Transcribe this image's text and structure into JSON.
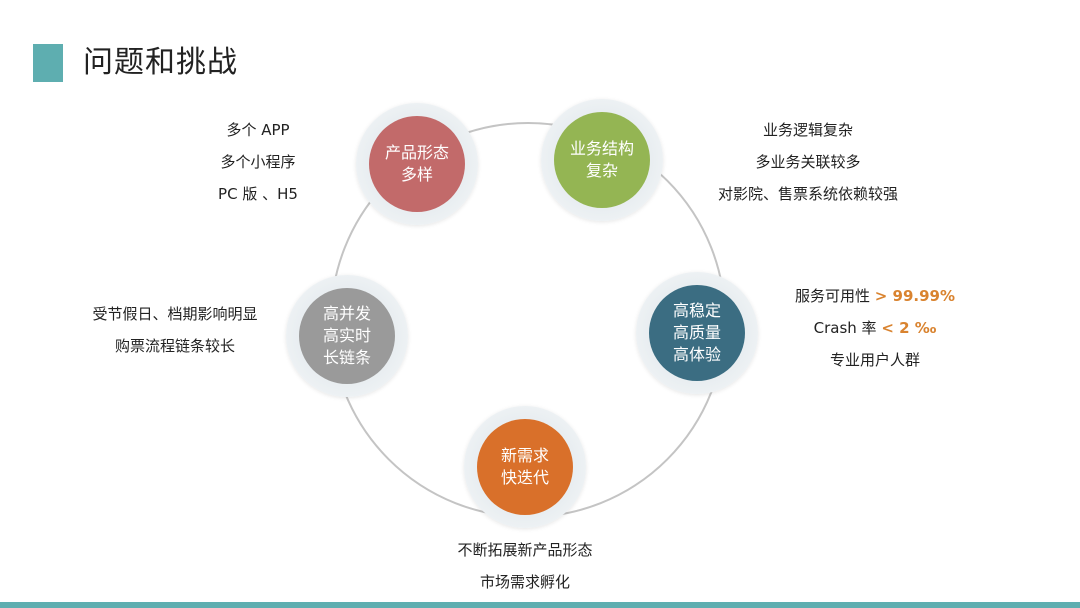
{
  "title": "问题和挑战",
  "colors": {
    "accent": "#5eaeb0",
    "red": "#c26a6a",
    "green": "#94b553",
    "blue": "#3b6d82",
    "gray": "#9a9a9a",
    "orange": "#d9702a",
    "highlight": "#d9832f"
  },
  "nodes": {
    "product": {
      "line1": "产品形态",
      "line2": "多样"
    },
    "business": {
      "line1": "业务结构",
      "line2": "复杂"
    },
    "stability": {
      "line1": "高稳定",
      "line2": "高质量",
      "line3": "高体验"
    },
    "concurrency": {
      "line1": "高并发",
      "line2": "高实时",
      "line3": "长链条"
    },
    "demand": {
      "line1": "新需求",
      "line2": "快迭代"
    }
  },
  "annotations": {
    "product": [
      "多个 APP",
      "多个小程序",
      "PC 版 、H5"
    ],
    "business": [
      "业务逻辑复杂",
      "多业务关联较多",
      "对影院、售票系统依赖较强"
    ],
    "stability": {
      "line1_prefix": "服务可用性",
      "line1_value": "> 99.99%",
      "line2_prefix": "Crash 率",
      "line2_value": "< 2 ‰",
      "line3": "专业用户人群"
    },
    "concurrency": [
      "受节假日、档期影响明显",
      "购票流程链条较长"
    ],
    "demand": [
      "不断拓展新产品形态",
      "市场需求孵化"
    ]
  }
}
